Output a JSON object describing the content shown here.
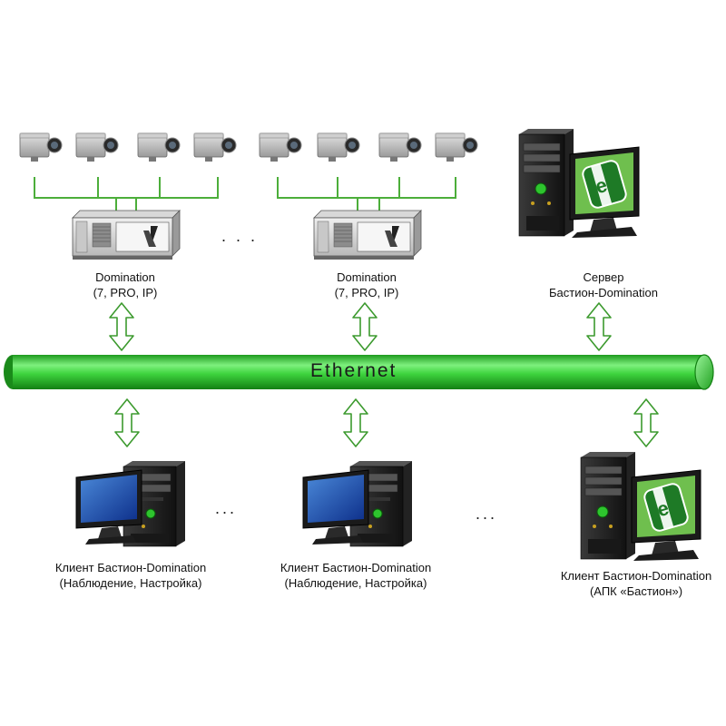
{
  "bus": {
    "label": "Ethernet",
    "color": "#3ed43e"
  },
  "servers": [
    {
      "name": "Domination",
      "detail": "(7, PRO, IP)"
    },
    {
      "name": "Domination",
      "detail": "(7, PRO, IP)"
    },
    {
      "name": "Сервер",
      "detail": "Бастион-Domination"
    }
  ],
  "clients": [
    {
      "name": "Клиент Бастион-Domination",
      "detail": "(Наблюдение, Настройка)"
    },
    {
      "name": "Клиент Бастион-Domination",
      "detail": "(Наблюдение, Настройка)"
    },
    {
      "name": "Клиент Бастион-Domination",
      "detail": "(АПК «Бастион»)"
    }
  ],
  "ellipses": {
    "top": ". . .",
    "bottom_left": "...",
    "bottom_right": "..."
  },
  "colors": {
    "wire": "#4cae3a",
    "arrow_fill": "#ffffff",
    "arrow_stroke": "#3c9a2e",
    "logo_green": "#2e8b2e"
  }
}
